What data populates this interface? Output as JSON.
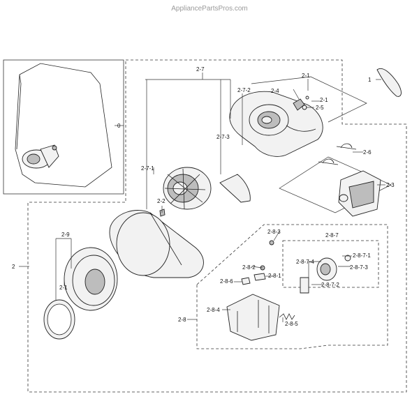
{
  "watermark": "AppliancePartsPros.com",
  "labels": {
    "l0": "0",
    "l1": "1",
    "l2": "2",
    "l2_1a": "2-1",
    "l2_1b": "2-1",
    "l2_1c": "2-1",
    "l2_2": "2-2",
    "l2_3": "2-3",
    "l2_4": "2-4",
    "l2_5": "2-5",
    "l2_6": "2-6",
    "l2_7": "2-7",
    "l2_7_1": "2-7-1",
    "l2_7_2": "2-7-2",
    "l2_7_3": "2-7-3",
    "l2_8": "2-8",
    "l2_8_1": "2-8-1",
    "l2_8_2": "2-8-2",
    "l2_8_3": "2-8-3",
    "l2_8_4": "2-8-4",
    "l2_8_5": "2-8-5",
    "l2_8_6": "2-8-6",
    "l2_8_7": "2-8-7",
    "l2_8_7_1": "2-8-7-1",
    "l2_8_7_2": "2-8-7-2",
    "l2_8_7_3": "2-8-7-3",
    "l2_8_7_4": "2-8-7-4",
    "l2_9": "2-9"
  }
}
